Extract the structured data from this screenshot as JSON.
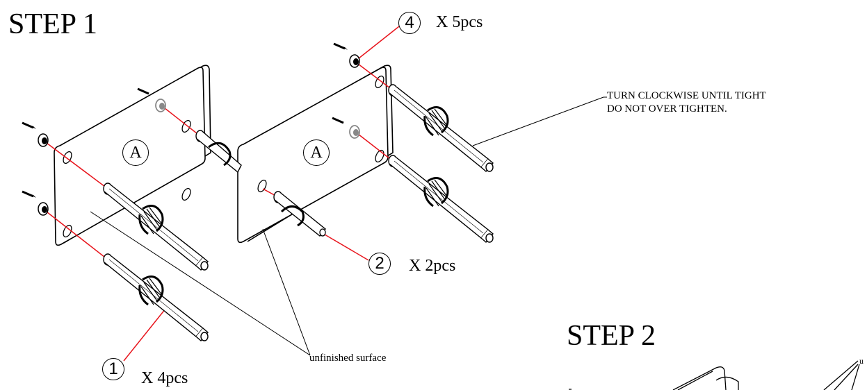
{
  "steps": {
    "step1": "STEP 1",
    "step2": "STEP 2"
  },
  "panel_label": "A",
  "parts": [
    {
      "num": "1",
      "qty": "X 4pcs"
    },
    {
      "num": "2",
      "qty": "X 2pcs"
    },
    {
      "num": "4",
      "qty": "X 5pcs"
    }
  ],
  "notes": {
    "tighten_line1": "TURN CLOCKWISE UNTIL TIGHT",
    "tighten_line2": "DO NOT OVER TIGHTEN.",
    "surface": "unfinished surface",
    "cropped_fragment": "u"
  },
  "colors": {
    "lines": "#000000",
    "guides": "#e8141c",
    "accent": "#888888"
  }
}
